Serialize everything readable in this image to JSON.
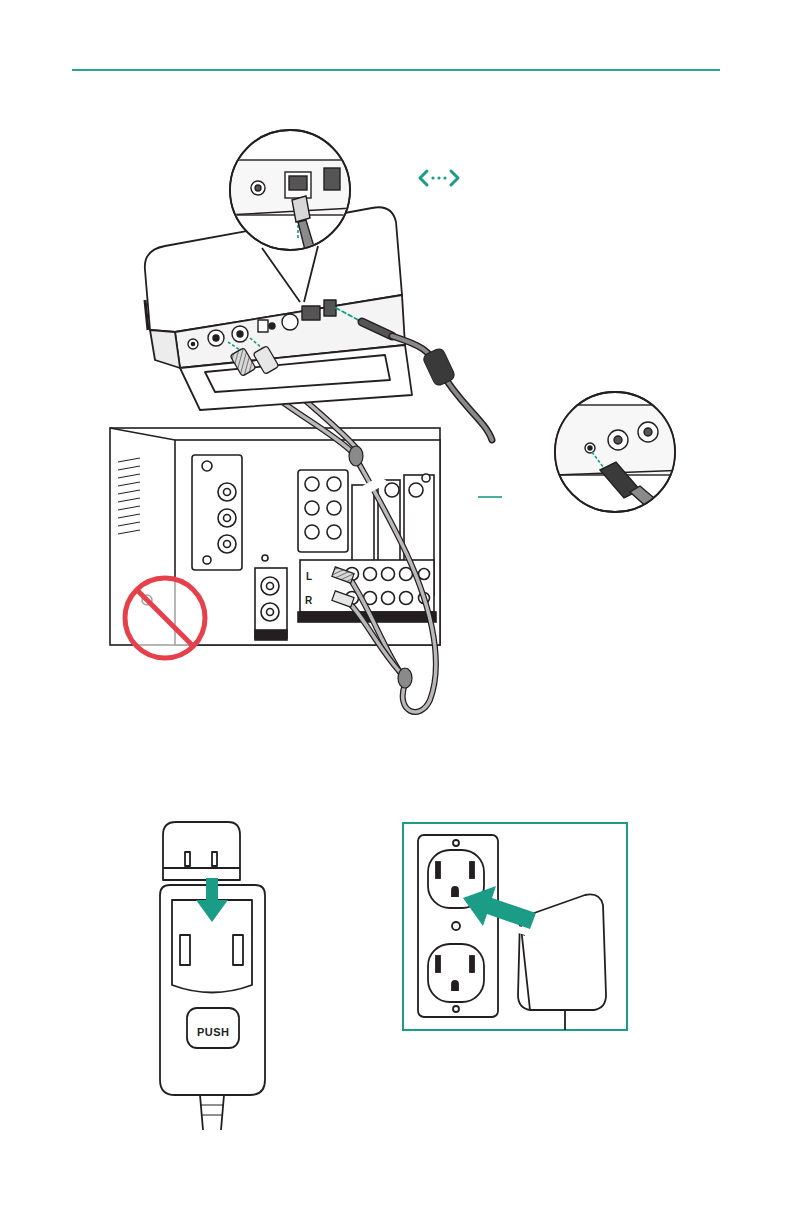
{
  "diagram": {
    "labels": [
      "L",
      "R",
      "PUSH"
    ]
  }
}
